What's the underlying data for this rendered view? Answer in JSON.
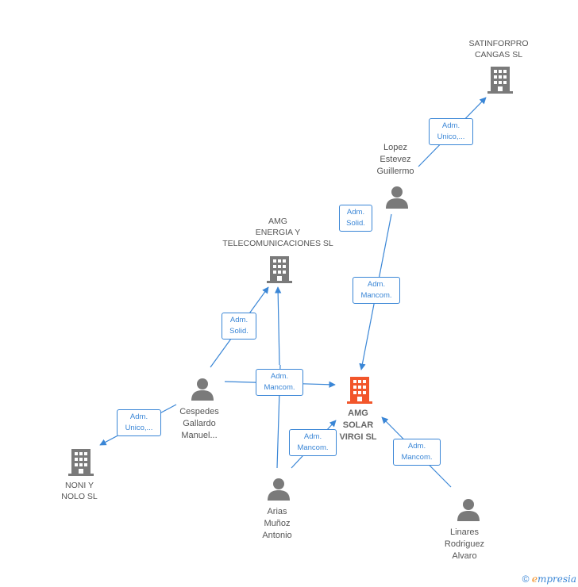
{
  "nodes": {
    "satinforpro": {
      "label_line1": "SATINFORPRO",
      "label_line2": "CANGAS  SL"
    },
    "amg_energia": {
      "label_line1": "AMG",
      "label_line2": "ENERGIA Y",
      "label_line3": "TELECOMUNICACIONES SL"
    },
    "amg_solar": {
      "label_line1": "AMG",
      "label_line2": "SOLAR",
      "label_line3": "VIRGI  SL",
      "highlight_color": "#f2562b"
    },
    "noni_nolo": {
      "label_line1": "NONI Y",
      "label_line2": "NOLO  SL"
    },
    "lopez": {
      "label_line1": "Lopez",
      "label_line2": "Estevez",
      "label_line3": "Guillermo"
    },
    "cespedes": {
      "label_line1": "Cespedes",
      "label_line2": "Gallardo",
      "label_line3": "Manuel..."
    },
    "arias": {
      "label_line1": "Arias",
      "label_line2": "Muñoz",
      "label_line3": "Antonio"
    },
    "linares": {
      "label_line1": "Linares",
      "label_line2": "Rodriguez",
      "label_line3": "Alvaro"
    }
  },
  "edges": {
    "lopez_satinforpro": {
      "line1": "Adm.",
      "line2": "Unico,..."
    },
    "lopez_solid": {
      "line1": "Adm.",
      "line2": "Solid."
    },
    "lopez_amg_solar": {
      "line1": "Adm.",
      "line2": "Mancom."
    },
    "cespedes_amg_energia": {
      "line1": "Adm.",
      "line2": "Solid."
    },
    "cespedes_amg_solar": {
      "line1": "Adm.",
      "line2": "Mancom."
    },
    "cespedes_noni": {
      "line1": "Adm.",
      "line2": "Unico,..."
    },
    "arias_amg_solar": {
      "line1": "Adm.",
      "line2": "Mancom."
    },
    "linares_amg_solar": {
      "line1": "Adm.",
      "line2": "Mancom."
    }
  },
  "colors": {
    "edge": "#3a86d6",
    "building": "#7a7a7a",
    "person": "#7a7a7a",
    "main": "#f2562b"
  },
  "footer": {
    "copyright": "©",
    "brand_e": "e",
    "brand_rest": "mpresia"
  }
}
